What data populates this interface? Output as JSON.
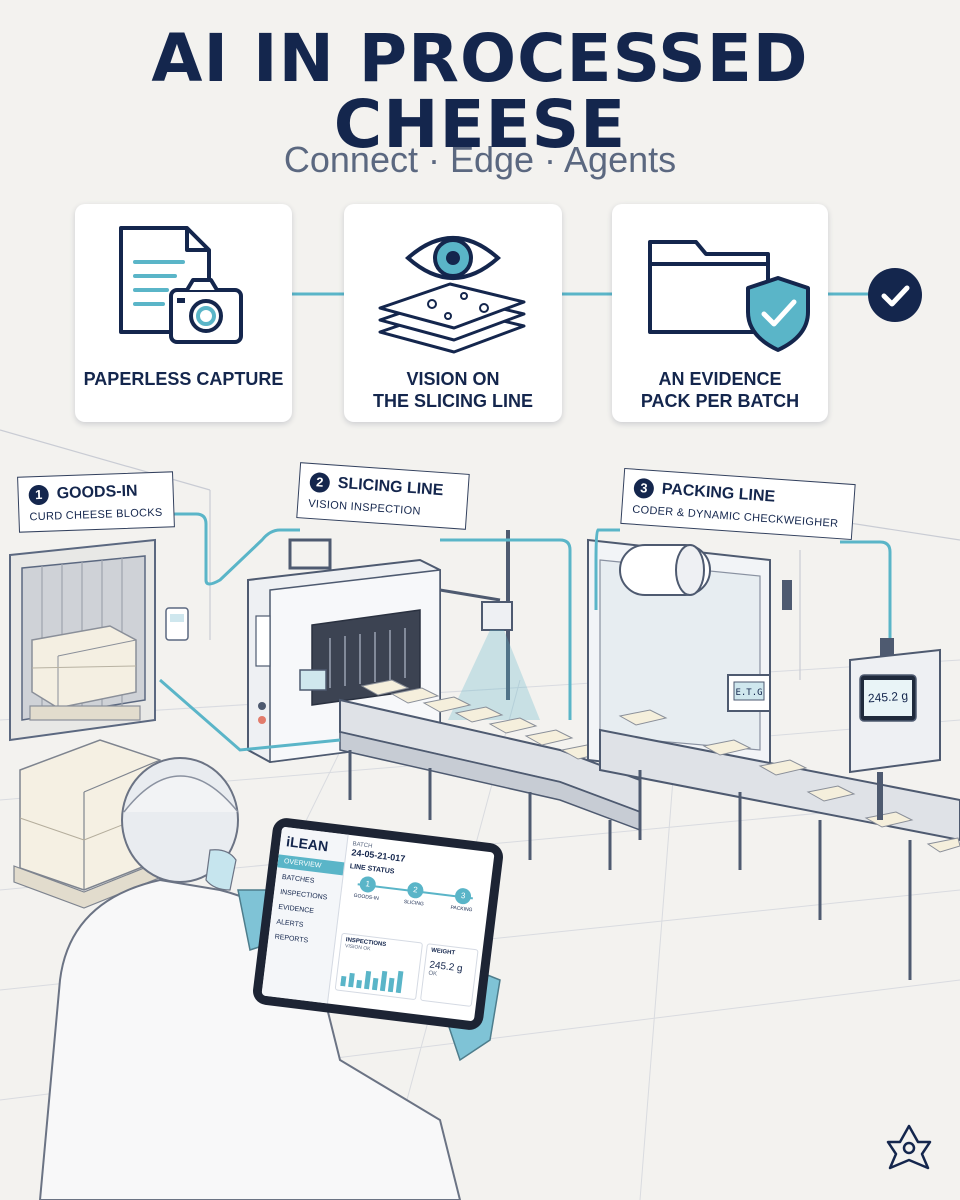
{
  "header": {
    "title": "AI IN PROCESSED CHEESE",
    "subtitle": "Connect · Edge · Agents"
  },
  "cards": [
    {
      "label": "PAPERLESS CAPTURE",
      "icon": "document-camera-icon"
    },
    {
      "label": "VISION ON\nTHE SLICING LINE",
      "icon": "eye-slices-icon"
    },
    {
      "label": "AN EVIDENCE\nPACK PER BATCH",
      "icon": "folder-shield-icon"
    }
  ],
  "stations": [
    {
      "number": "1",
      "title": "GOODS-IN",
      "subtitle": "CURD CHEESE BLOCKS"
    },
    {
      "number": "2",
      "title": "SLICING LINE",
      "subtitle": "VISION INSPECTION"
    },
    {
      "number": "3",
      "title": "PACKING LINE",
      "subtitle": "CODER & DYNAMIC CHECKWEIGHER"
    }
  ],
  "checkweigher_display": "245.2 g",
  "coder_display": "E.T.G",
  "tablet": {
    "brand": "iLEAN",
    "menu": [
      "OVERVIEW",
      "BATCHES",
      "INSPECTIONS",
      "EVIDENCE",
      "ALERTS",
      "REPORTS"
    ],
    "batch_label": "BATCH",
    "batch_id": "24-05-21-017",
    "line_status_label": "LINE STATUS",
    "steps": [
      {
        "number": "1",
        "label": "GOODS-IN"
      },
      {
        "number": "2",
        "label": "SLICING"
      },
      {
        "number": "3",
        "label": "PACKING"
      }
    ],
    "inspections_label": "INSPECTIONS",
    "inspections_sub": "VISION OK",
    "weight_label": "WEIGHT",
    "weight_value": "245.2 g",
    "weight_status": "OK"
  },
  "colors": {
    "navy": "#14264d",
    "teal": "#5ab5c8",
    "gray": "#5b6880",
    "background": "#f3f2ef"
  }
}
